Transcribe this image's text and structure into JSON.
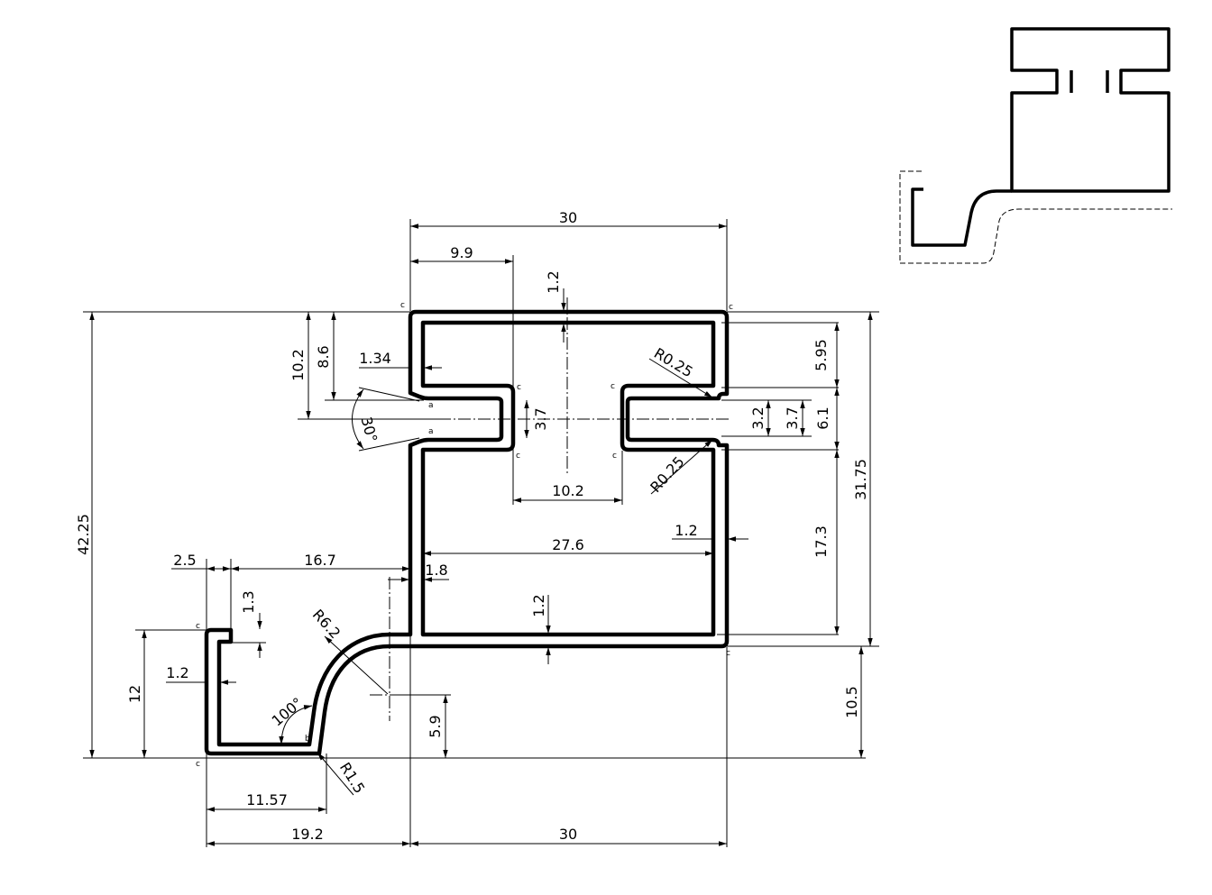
{
  "dimensions": {
    "top_width": "30",
    "slot_left_offset": "9.9",
    "top_wall": "1.2",
    "overall_height": "42.25",
    "top_to_slot_outer": "10.2",
    "top_to_slot_inner": "8.6",
    "lip_width": "1.34",
    "chamfer_angle": "30°",
    "slot_height_left": "3.7",
    "slot_gap": "10.2",
    "fillet_top": "R0.25",
    "fillet_bottom": "R0.25",
    "right_upper": "5.95",
    "slot_inner_height": "3.2",
    "slot_height_right": "3.7",
    "slot_outer_height": "6.1",
    "box_height": "31.75",
    "right_wall": "1.2",
    "inner_width": "27.6",
    "lower_chamber": "17.3",
    "foot_lip": "2.5",
    "foot_span": "16.7",
    "web_thickness": "1.8",
    "foot_lip_height": "1.3",
    "bend_radius": "R6.2",
    "bottom_wall": "1.2",
    "foot_wall": "1.2",
    "foot_height": "12",
    "bend_angle": "100°",
    "foot_step": "5.9",
    "right_lower": "10.5",
    "small_radius": "R1.5",
    "foot_inner_width": "11.57",
    "foot_total_width": "19.2",
    "bottom_width": "30"
  },
  "markers": {
    "corner": "c",
    "chamfer_point": "a",
    "bend_point": "b"
  }
}
